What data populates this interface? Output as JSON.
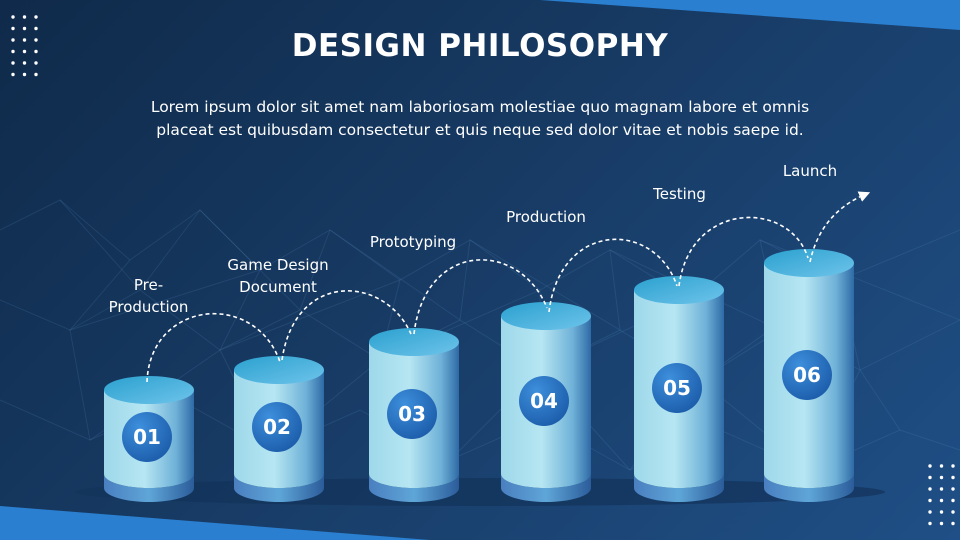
{
  "title": "DESIGN PHILOSOPHY",
  "subtitle": "Lorem ipsum dolor sit amet nam laboriosam molestiae quo magnam labore et omnis placeat est quibusdam consectetur et quis neque sed dolor vitae et nobis saepe id.",
  "steps": [
    {
      "number": "01",
      "label": "Pre-\nProduction"
    },
    {
      "number": "02",
      "label": "Game Design\nDocument"
    },
    {
      "number": "03",
      "label": "Prototyping"
    },
    {
      "number": "04",
      "label": "Production"
    },
    {
      "number": "05",
      "label": "Testing"
    },
    {
      "number": "06",
      "label": "Launch"
    }
  ],
  "colors": {
    "background_dark": "#0f2a4a",
    "background_light": "#1f4f86",
    "accent_blue": "#2a7fd0",
    "cylinder_light": "#a9e2ef",
    "cylinder_dark": "#2a6aa8",
    "text": "#ffffff"
  },
  "icons": {
    "connectors": "dashed-curved-arrow-icon",
    "decor": "dot-grid-icon"
  }
}
